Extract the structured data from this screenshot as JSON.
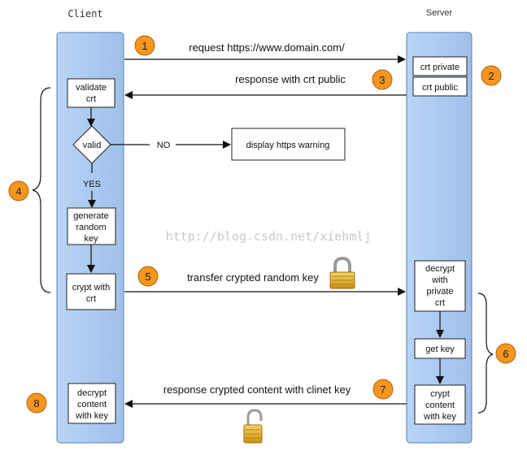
{
  "client_label": "Client",
  "server_label": "Server",
  "watermark": "http://blog.csdn.net/xiehmlj",
  "steps": [
    "1",
    "2",
    "3",
    "4",
    "5",
    "6",
    "7",
    "8"
  ],
  "messages": {
    "request": "request https://www.domain.com/",
    "response_crt": "response with crt public",
    "transfer": "transfer crypted random key",
    "response_content": "response crypted content with clinet key"
  },
  "client_boxes": {
    "validate": [
      "validate",
      "crt"
    ],
    "valid": "valid",
    "no": "NO",
    "yes": "YES",
    "generate": [
      "generate",
      "random",
      "key"
    ],
    "crypt": [
      "crypt with",
      "crt"
    ],
    "decrypt": [
      "decrypt",
      "content",
      "with key"
    ]
  },
  "warning": "display https warning",
  "server_boxes": {
    "crt_private": "crt private",
    "crt_public": "crt public",
    "decrypt_private": [
      "decrypt",
      "with",
      "private",
      "crt"
    ],
    "get_key": "get key",
    "crypt_content": [
      "crypt",
      "content",
      "with key"
    ]
  },
  "colors": {
    "lane_fill": "#a9c9f0",
    "lane_stroke": "#5a7fb5",
    "badge": "#f5961e",
    "badge_stroke": "#b8600a"
  }
}
